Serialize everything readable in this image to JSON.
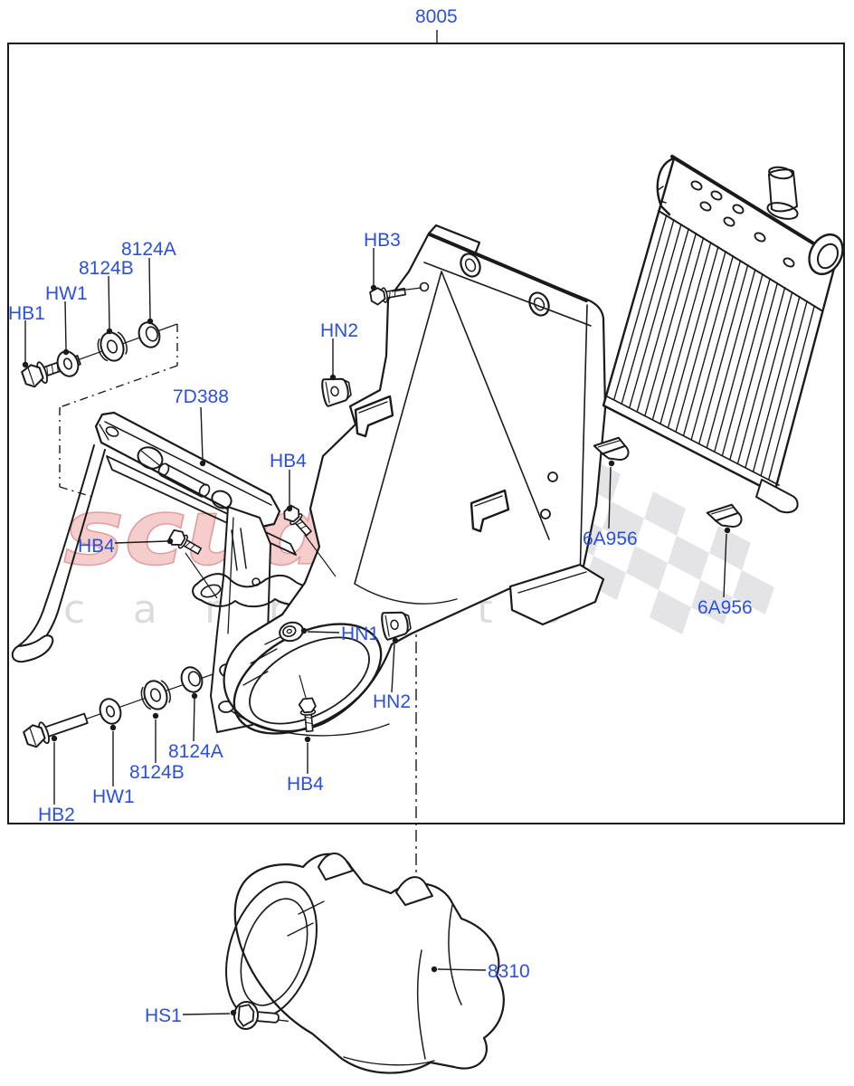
{
  "diagram": {
    "title_ref": "8005",
    "colors": {
      "callout_blue": "#2b4fe0",
      "line_black": "#1a1a1a",
      "watermark_red": "#f5cdcd",
      "watermark_red_edge": "#e29e9e",
      "watermark_gray": "#dcdcdc",
      "checker_gray": "#e4e4e7"
    },
    "watermark": {
      "brand": "scuderia",
      "tagline": "c a r  p a r t s"
    },
    "unique_part_refs": [
      "8005",
      "7D388",
      "8124A",
      "8124B",
      "8310",
      "6A956",
      "HB1",
      "HB2",
      "HB3",
      "HB4",
      "HN1",
      "HN2",
      "HW1",
      "HS1"
    ],
    "callouts": [
      {
        "id": "assembly",
        "text": "8005"
      },
      {
        "id": "8124a-top",
        "text": "8124A"
      },
      {
        "id": "8124b-top",
        "text": "8124B"
      },
      {
        "id": "hw1-top",
        "text": "HW1"
      },
      {
        "id": "hb1",
        "text": "HB1"
      },
      {
        "id": "hb3",
        "text": "HB3"
      },
      {
        "id": "hn2-upper",
        "text": "HN2"
      },
      {
        "id": "7d388",
        "text": "7D388"
      },
      {
        "id": "hb4-upper",
        "text": "HB4"
      },
      {
        "id": "hb4-left",
        "text": "HB4"
      },
      {
        "id": "6a956-left",
        "text": "6A956"
      },
      {
        "id": "6a956-right",
        "text": "6A956"
      },
      {
        "id": "hn1",
        "text": "HN1"
      },
      {
        "id": "hn2-lower",
        "text": "HN2"
      },
      {
        "id": "8124a-bottom",
        "text": "8124A"
      },
      {
        "id": "8124b-bottom",
        "text": "8124B"
      },
      {
        "id": "hw1-bottom",
        "text": "HW1"
      },
      {
        "id": "hb2",
        "text": "HB2"
      },
      {
        "id": "hb4-bottom",
        "text": "HB4"
      },
      {
        "id": "8310",
        "text": "8310"
      },
      {
        "id": "hs1",
        "text": "HS1"
      }
    ]
  }
}
